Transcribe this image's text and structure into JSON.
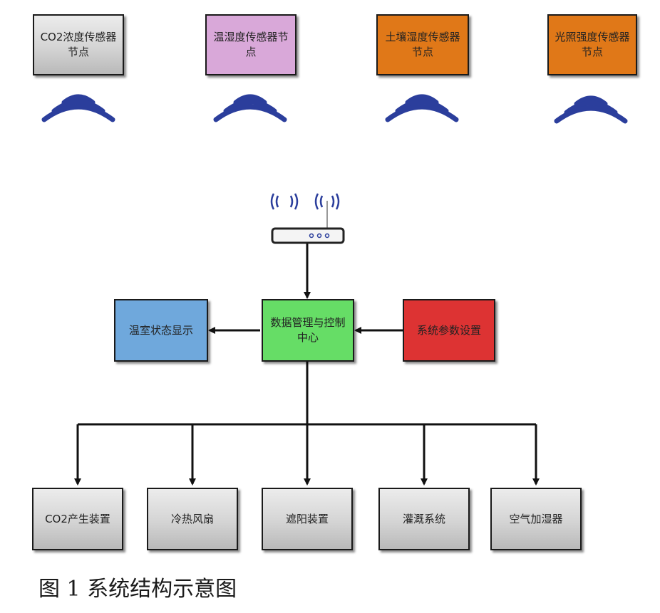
{
  "sensors": [
    {
      "label": "CO2浓度传感器节点",
      "color": "#c8c8c8"
    },
    {
      "label": "温湿度传感器节点",
      "color": "#d9a8d9"
    },
    {
      "label": "土壤湿度传感器节点",
      "color": "#e07818"
    },
    {
      "label": "光照强度传感器节点",
      "color": "#e07818"
    }
  ],
  "center": {
    "display": {
      "label": "温室状态显示",
      "color": "#6fa8dc"
    },
    "control": {
      "label": "数据管理与控制中心",
      "color": "#66dd66"
    },
    "settings": {
      "label": "系统参数设置",
      "color": "#dd3333"
    }
  },
  "actuators": [
    {
      "label": "CO2产生装置"
    },
    {
      "label": "冷热风扇"
    },
    {
      "label": "遮阳装置"
    },
    {
      "label": "灌溉系统"
    },
    {
      "label": "空气加湿器"
    }
  ],
  "colors": {
    "wave": "#2b3e9c",
    "line": "#111111"
  },
  "icons": {
    "sensor_signal": "wireless-signal-icon",
    "gateway": "router-icon"
  },
  "caption": "图 1 系统结构示意图"
}
